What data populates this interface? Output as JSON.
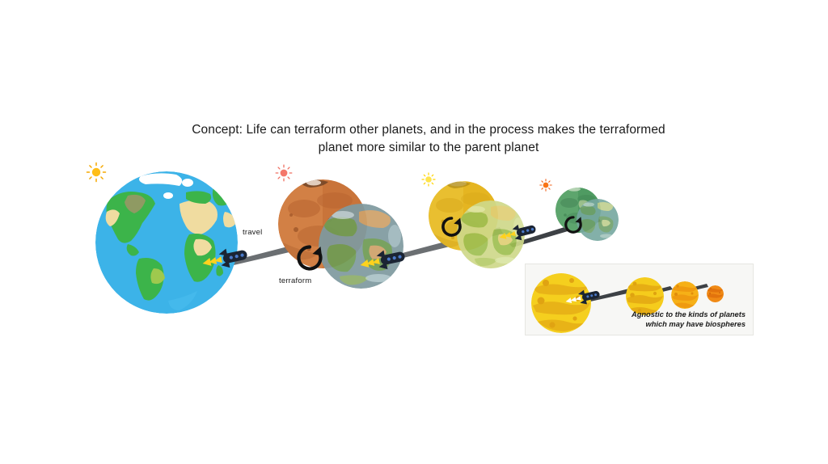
{
  "figure": {
    "title_lines": [
      "Concept: Life can terraform other planets, and in the process makes the terraformed",
      "planet more similar to the parent planet"
    ],
    "background_color": "#ffffff",
    "text_color": "#1a1a1a"
  },
  "labels": {
    "travel": "travel",
    "terraform": "terraform"
  },
  "stages": [
    {
      "id": "stage-1-earth",
      "planet_name": "earth-planet",
      "description": "Parent planet Earth with blue oceans and green continents",
      "colors": {
        "ocean": "#3cb3e8",
        "land": "#3cb44a",
        "desert": "#f0dca0",
        "ice": "#ffffff",
        "highland": "#8f9a63"
      },
      "sun": {
        "name": "sun-icon-yellow",
        "color": "#f5a800",
        "core_color": "#ffbe17"
      },
      "has_terraform_marker": false
    },
    {
      "id": "stage-2-mars",
      "planet_name": "mars-planet",
      "description": "Mars, an arid orange world, being terraformed into an Earth-like planet",
      "colors": {
        "base": "#c9743a",
        "light": "#d98a4e",
        "dark": "#9f5628",
        "polar": "#f2e4d8"
      },
      "sun": {
        "name": "sun-icon-red",
        "color": "#ef6f61",
        "core_color": "#f4786b"
      },
      "has_terraform_marker": true,
      "terraformed": {
        "planet_name": "terraformed-planet-2",
        "colors": {
          "ocean": "#7f9aa0",
          "land": "#6f9c54",
          "desert": "#cfa26a",
          "cloud": "#cfe3e8"
        }
      }
    },
    {
      "id": "stage-3-golden",
      "planet_name": "golden-planet",
      "description": "A golden desert world being terraformed",
      "colors": {
        "base": "#e5b521",
        "light": "#eec93f",
        "dark": "#c99a12",
        "polar": "#efe0a5"
      },
      "sun": {
        "name": "sun-icon-bright-yellow",
        "color": "#ffd400",
        "core_color": "#ffe44d"
      },
      "has_terraform_marker": true,
      "terraformed": {
        "planet_name": "terraformed-planet-3",
        "colors": {
          "ocean": "#cfd98a",
          "land": "#9fbf52",
          "desert": "#e0cf76",
          "cloud": "#e4ecb8"
        }
      }
    },
    {
      "id": "stage-4-green",
      "planet_name": "green-planet",
      "description": "A green biosphere world, now similar to the parent planet",
      "colors": {
        "base": "#4f9b62",
        "light": "#6bb077",
        "dark": "#3d7f50",
        "polar": "#d7e6cf"
      },
      "sun": {
        "name": "sun-icon-orange",
        "color": "#f0601a",
        "core_color": "#f97316"
      },
      "has_terraform_marker": true,
      "terraformed": {
        "planet_name": "terraformed-planet-4",
        "colors": {
          "ocean": "#76a8a0",
          "land": "#6fa06a",
          "desert": "#bfcf8f",
          "cloud": "#cfe0d8"
        }
      }
    }
  ],
  "rockets": [
    {
      "name": "rocket-ship-1",
      "body_color": "#1b2433",
      "window_color": "#4a79c9",
      "flame_color": "#ffd21e"
    },
    {
      "name": "rocket-ship-2",
      "body_color": "#1b2433",
      "window_color": "#4a79c9",
      "flame_color": "#ffd21e"
    },
    {
      "name": "rocket-ship-3",
      "body_color": "#1b2433",
      "window_color": "#4a79c9",
      "flame_color": "#ffd21e"
    },
    {
      "name": "rocket-ship-inset",
      "body_color": "#1b2433",
      "window_color": "#4a79c9",
      "flame_color": "#ffffff"
    }
  ],
  "inset": {
    "caption_lines": [
      "Agnostic to the kinds of planets",
      "which may have biospheres"
    ],
    "background_color": "#f7f7f5",
    "border_color": "#e6e6e2",
    "planets": [
      {
        "name": "inset-gas-giant-1",
        "size": 74,
        "base": "#f5cf1e",
        "band": "#e8b317",
        "spot": "#e0a312"
      },
      {
        "name": "inset-gas-giant-2",
        "size": 47,
        "base": "#f5cc1c",
        "band": "#e6ad14",
        "spot": "#dfa310"
      },
      {
        "name": "inset-gas-giant-3",
        "size": 34,
        "base": "#f6b017",
        "band": "#ef9a10",
        "spot": "#e08c0c"
      },
      {
        "name": "inset-gas-giant-4",
        "size": 21,
        "base": "#f08a15",
        "band": "#e2730d",
        "spot": "#d66a0a"
      }
    ]
  }
}
